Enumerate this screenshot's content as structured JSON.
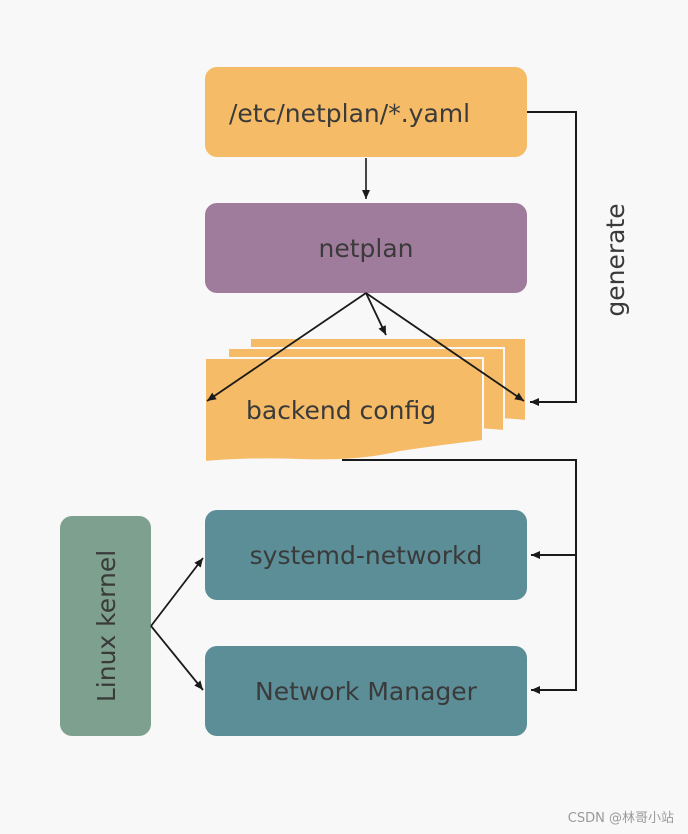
{
  "nodes": {
    "yaml": "/etc/netplan/*.yaml",
    "netplan": "netplan",
    "backend": "backend config",
    "networkd": "systemd-networkd",
    "network_manager": "Network Manager",
    "kernel": "Linux kernel"
  },
  "edges": {
    "generate": "generate"
  },
  "colors": {
    "orange": "#f5bb66",
    "purple": "#a07c9c",
    "teal": "#5c8e98",
    "sage": "#7ea08e"
  },
  "watermark": "CSDN @林哥小站"
}
